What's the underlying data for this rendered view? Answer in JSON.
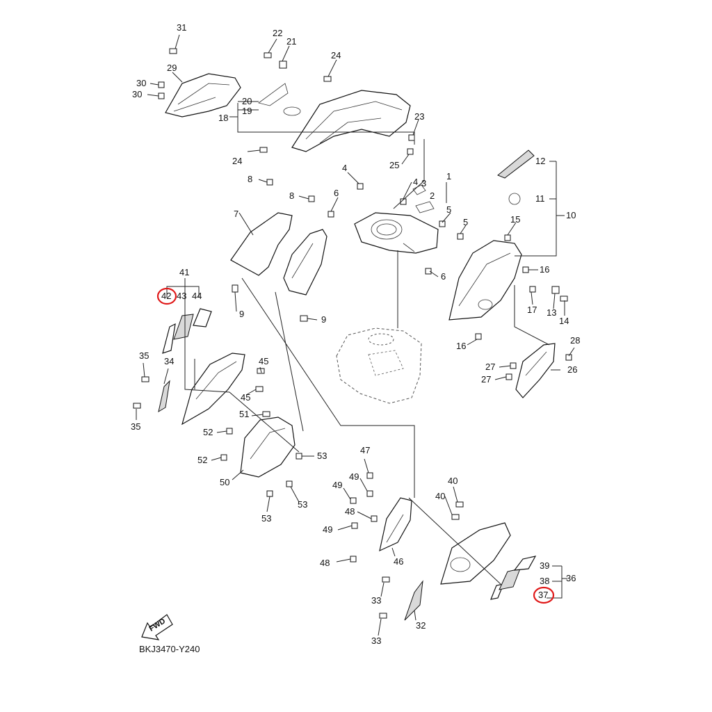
{
  "diagram": {
    "caption": "BKJ3470-Y240",
    "fwd_label": "FWD",
    "callouts": [
      "1",
      "2",
      "3",
      "4",
      "4",
      "5",
      "5",
      "6",
      "6",
      "7",
      "8",
      "8",
      "9",
      "9",
      "10",
      "11",
      "12",
      "13",
      "14",
      "15",
      "16",
      "16",
      "17",
      "18",
      "19",
      "20",
      "21",
      "22",
      "23",
      "24",
      "24",
      "25",
      "26",
      "27",
      "27",
      "28",
      "29",
      "30",
      "30",
      "31",
      "32",
      "33",
      "33",
      "34",
      "35",
      "35",
      "36",
      "37",
      "38",
      "39",
      "40",
      "40",
      "41",
      "42",
      "43",
      "44",
      "45",
      "45",
      "46",
      "47",
      "48",
      "48",
      "49",
      "49",
      "49",
      "50",
      "51",
      "52",
      "52",
      "53",
      "53",
      "53"
    ],
    "highlighted": [
      "42",
      "37"
    ],
    "highlight_color": "#e01919"
  }
}
